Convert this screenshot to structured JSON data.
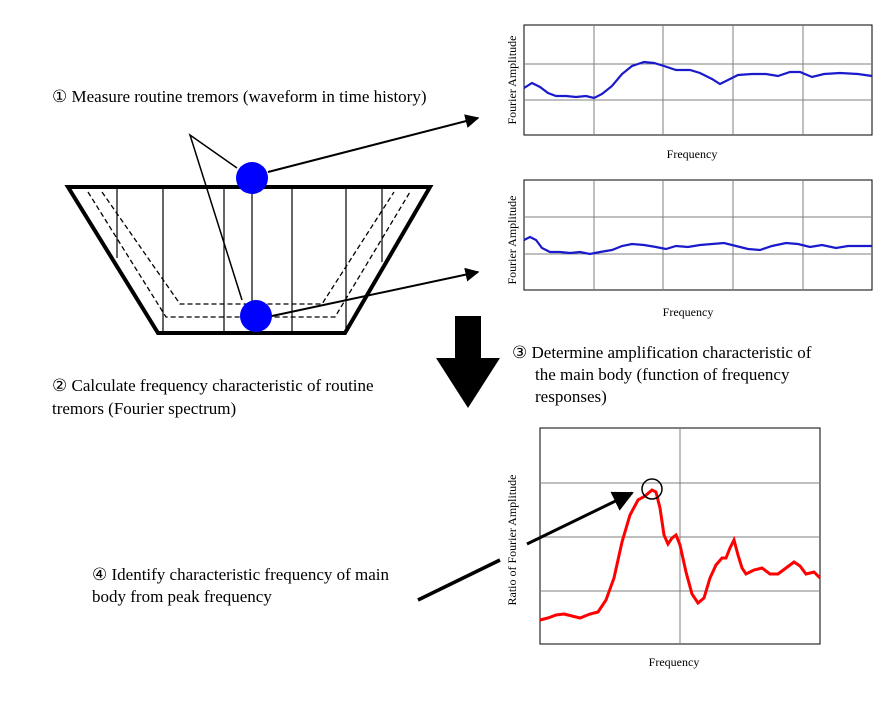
{
  "steps": {
    "step1": "① Measure routine tremors (waveform in time history)",
    "step2_line1": "② Calculate frequency characteristic of routine",
    "step2_line2": "tremors (Fourier spectrum)",
    "step3_line1": "③ Determine amplification characteristic of",
    "step3_line2": "the main body (function of frequency",
    "step3_line3": "responses)",
    "step4_line1": "④ Identify characteristic frequency of main",
    "step4_line2": "body from peak frequency"
  },
  "charts": {
    "top": {
      "ylabel": "Fourier Amplitude",
      "xlabel": "Frequency"
    },
    "middle": {
      "ylabel": "Fourier Amplitude",
      "xlabel": "Frequency"
    },
    "bottom": {
      "ylabel": "Ratio of Fourier Amplitude",
      "xlabel": "Frequency"
    }
  },
  "colors": {
    "sensor": "#0000ff",
    "spectrum": "#1a1acc",
    "ratio": "#ff0000",
    "grid": "#7f7f7f"
  }
}
